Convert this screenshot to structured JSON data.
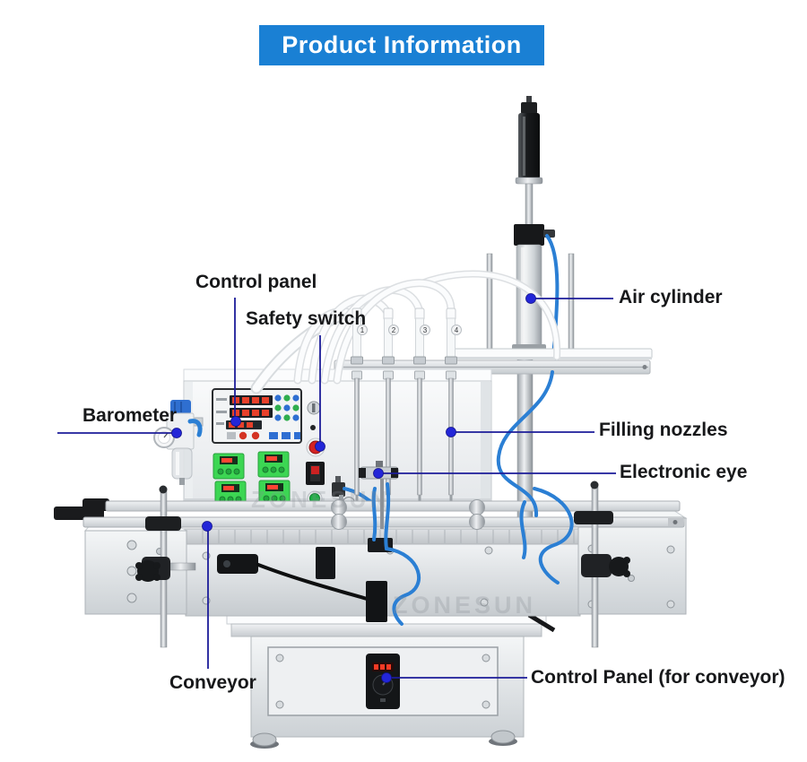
{
  "header": {
    "title": "Product Information",
    "bg_color": "#1a80d4",
    "text_color": "#ffffff"
  },
  "watermark": {
    "text": "ZONESUN"
  },
  "annotation": {
    "line_color": "#1c1c99",
    "dot_color": "#2326d8",
    "text_color": "#17181a"
  },
  "labels": {
    "control_panel": "Control panel",
    "safety_switch": "Safety switch",
    "barometer": "Barometer",
    "air_cylinder": "Air cylinder",
    "filling_nozzles": "Filling nozzles",
    "electronic_eye": "Electronic eye",
    "conveyor": "Conveyor",
    "conveyor_control_panel": "Control Panel (for conveyor)"
  },
  "nozzle_numbers": [
    "1",
    "2",
    "3",
    "4"
  ]
}
